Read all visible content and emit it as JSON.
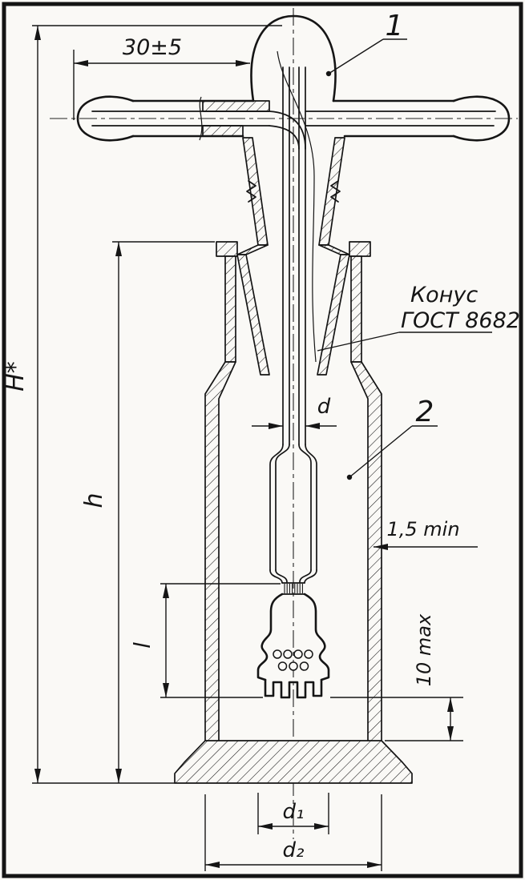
{
  "drawing": {
    "dimensions": {
      "top_width": "30±5",
      "total_height": "H*",
      "body_height": "h",
      "tube_length": "l",
      "tube_diameter": "d",
      "frit_diameter": "d₁",
      "body_diameter": "d₂",
      "wall_thickness": "1,5 min",
      "bottom_gap": "10 max"
    },
    "annotations": {
      "cone_label_line1": "Конус",
      "cone_label_line2": "ГОСТ 8682",
      "part_1": "1",
      "part_2": "2"
    },
    "colors": {
      "ink": "#151515",
      "paper": "#faf9f6"
    }
  }
}
